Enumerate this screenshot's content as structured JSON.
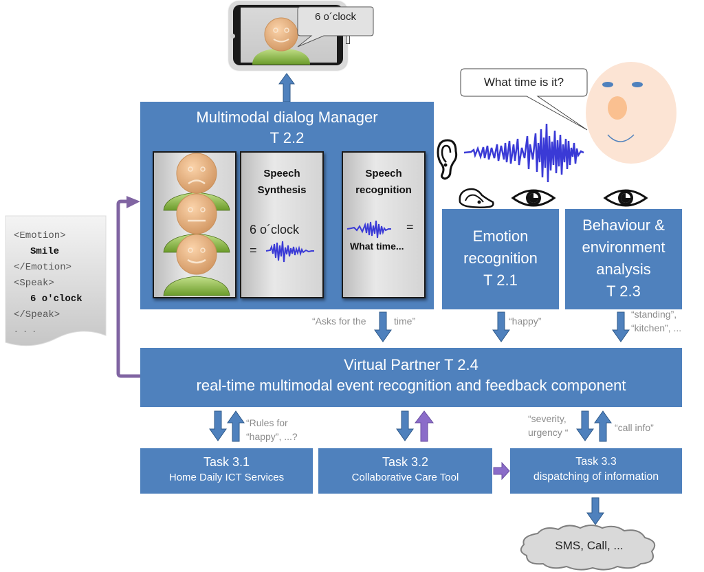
{
  "phone": {
    "speech_bubble": "6 o´clock"
  },
  "user": {
    "speech_bubble": "What time is it?"
  },
  "dialog_manager": {
    "title": "Multimodal dialog  Manager",
    "task": "T 2.2",
    "synthesis": {
      "title_line1": "Speech",
      "title_line2": "Synthesis",
      "text": "6 o´clock",
      "equals": "="
    },
    "recognition": {
      "title_line1": "Speech",
      "title_line2": "recognition",
      "equals": "=",
      "text": "What time..."
    }
  },
  "emotion_recognition": {
    "line1": "Emotion",
    "line2": "recognition",
    "task": "T 2.1"
  },
  "behaviour_analysis": {
    "line1": "Behaviour &",
    "line2": "environment",
    "line3": "analysis",
    "task": "T 2.3"
  },
  "annotations": {
    "asks_for_time_part1": "“Asks for the",
    "asks_for_time_part2": "time”",
    "happy": "“happy”",
    "standing": "“standing”,",
    "kitchen": "“kitchen”, ...",
    "rules_line1": "“Rules for",
    "rules_line2": "“happy”, ...?",
    "severity_line1": "“severity,",
    "severity_line2": "urgency “",
    "call_info": "“call info”"
  },
  "virtual_partner": {
    "line1": "Virtual Partner T 2.4",
    "line2": "real-time multimodal event recognition and feedback component"
  },
  "tasks": [
    {
      "title": "Task 3.1",
      "subtitle": "Home Daily ICT Services"
    },
    {
      "title": "Task 3.2",
      "subtitle": "Collaborative Care Tool"
    },
    {
      "title": "Task 3.3",
      "subtitle": "dispatching of information"
    }
  ],
  "output_cloud": "SMS, Call, ...",
  "markup_doc": {
    "lines": [
      "<Emotion>",
      "Smile",
      "</Emotion>",
      "<Speak>",
      "6 o'clock",
      "</Speak>",
      ". . ."
    ]
  },
  "colors": {
    "box_blue": "#4f81bd",
    "arrow_blue": "#4f81bd",
    "arrow_purple": "#8064a2",
    "annotation_grey": "#8c8c8c",
    "waveform": "#3a3ad6"
  }
}
